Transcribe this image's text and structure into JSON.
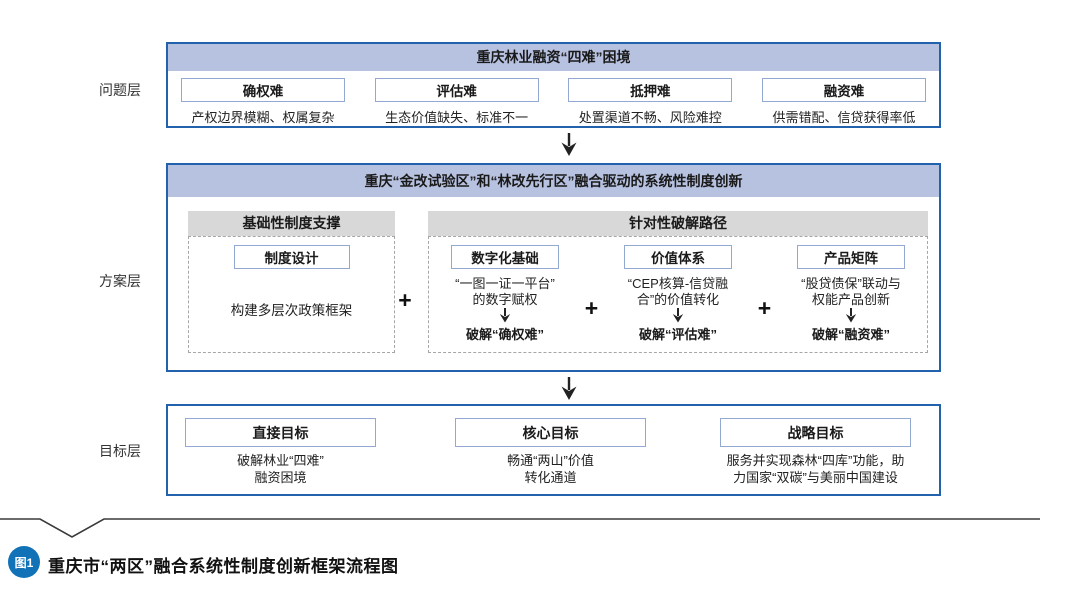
{
  "colors": {
    "outer_border_blue": "#2262ac",
    "header_band_blue": "#b7c2e1",
    "mini_box_border_blue": "#93a9d2",
    "gray_band": "#d8d8d8",
    "badge_blue": "#1272b8"
  },
  "layer_labels": {
    "problem": "问题层",
    "solution": "方案层",
    "goal": "目标层"
  },
  "problem": {
    "title": "重庆林业融资“四难”困境",
    "items": [
      {
        "label": "确权难",
        "desc": "产权边界模糊、权属复杂"
      },
      {
        "label": "评估难",
        "desc": "生态价值缺失、标准不一"
      },
      {
        "label": "抵押难",
        "desc": "处置渠道不畅、风险难控"
      },
      {
        "label": "融资难",
        "desc": "供需错配、信贷获得率低"
      }
    ]
  },
  "solution": {
    "title": "重庆“金改试验区”和“林改先行区”融合驱动的系统性制度创新",
    "plus": "+",
    "foundation": {
      "header": "基础性制度支撑",
      "box": "制度设计",
      "desc": "构建多层次政策框架"
    },
    "paths": {
      "header": "针对性破解路径",
      "items": [
        {
          "box": "数字化基础",
          "line1": "“一图一证一平台”",
          "line2": "的数字赋权",
          "result": "破解“确权难”"
        },
        {
          "box": "价值体系",
          "line1": "“CEP核算-信贷融",
          "line2": "合”的价值转化",
          "result": "破解“评估难”"
        },
        {
          "box": "产品矩阵",
          "line1": "“股贷债保”联动与",
          "line2": "权能产品创新",
          "result": "破解“融资难”"
        }
      ]
    }
  },
  "goal": {
    "items": [
      {
        "label": "直接目标",
        "line1": "破解林业“四难”",
        "line2": "融资困境"
      },
      {
        "label": "核心目标",
        "line1": "畅通“两山”价值",
        "line2": "转化通道"
      },
      {
        "label": "战略目标",
        "line1": "服务并实现森林“四库”功能，助",
        "line2": "力国家“双碳”与美丽中国建设"
      }
    ]
  },
  "caption": {
    "badge": "图1",
    "title": "重庆市“两区”融合系统性制度创新框架流程图"
  }
}
